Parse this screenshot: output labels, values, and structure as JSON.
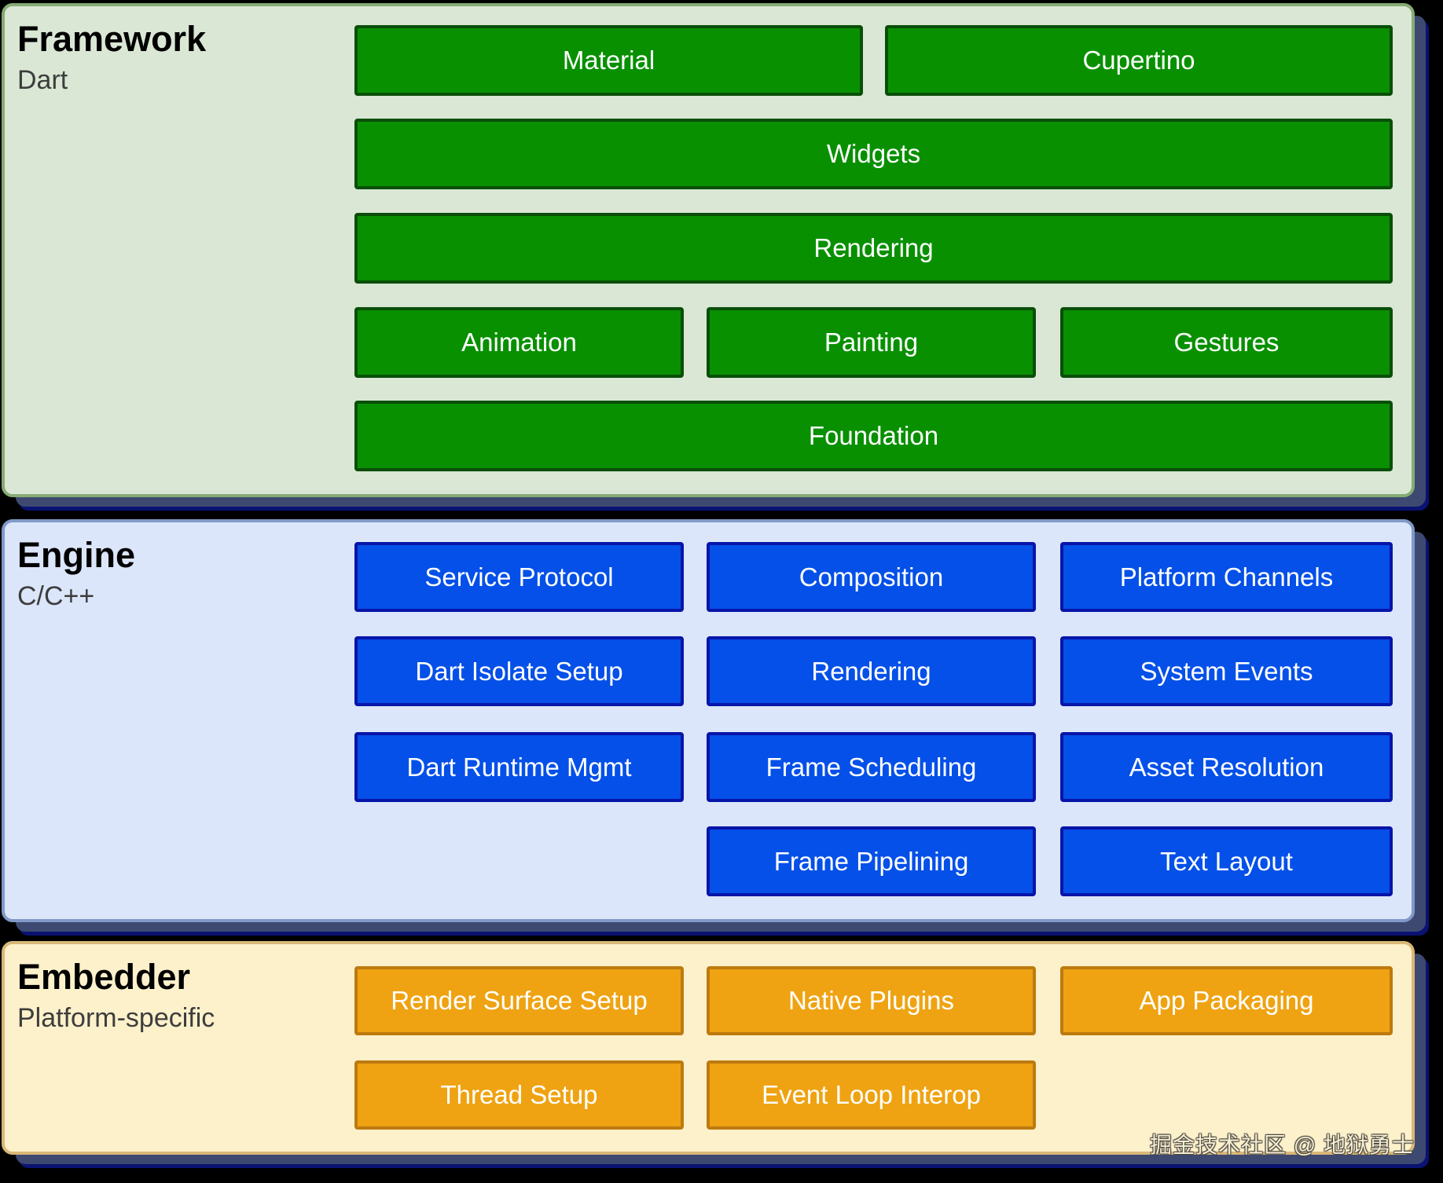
{
  "watermark": {
    "text": "掘金技术社区 @ 地狱勇士"
  },
  "colors": {
    "page_background": "#000000",
    "framework_bg": "#d9e7d4",
    "framework_border": "#86ab74",
    "green_box": "#089000",
    "green_box_border": "#094e09",
    "engine_bg": "#dbe6fa",
    "engine_border": "#8099c8",
    "blue_box": "#0450e8",
    "blue_box_border": "#0715a8",
    "embedder_bg": "#fdf1cb",
    "embedder_border": "#d9b878",
    "orange_box": "#efa312",
    "orange_box_border": "#bd7a0e",
    "shadow_slate": "#3e4971",
    "shadow_navy": "#0a1273",
    "box_text": "#ffffff",
    "title_text": "#000000",
    "subtitle_text": "#3d3d3d"
  },
  "layers": [
    {
      "title": "Framework",
      "subtitle": "Dart",
      "boxes": [
        {
          "label": "Material"
        },
        {
          "label": "Cupertino"
        },
        {
          "label": "Widgets"
        },
        {
          "label": "Rendering"
        },
        {
          "label": "Animation"
        },
        {
          "label": "Painting"
        },
        {
          "label": "Gestures"
        },
        {
          "label": "Foundation"
        }
      ]
    },
    {
      "title": "Engine",
      "subtitle": "C/C++",
      "boxes": [
        {
          "label": "Service Protocol"
        },
        {
          "label": "Composition"
        },
        {
          "label": "Platform Channels"
        },
        {
          "label": "Dart Isolate Setup"
        },
        {
          "label": "Rendering"
        },
        {
          "label": "System Events"
        },
        {
          "label": "Dart Runtime Mgmt"
        },
        {
          "label": "Frame Scheduling"
        },
        {
          "label": "Asset Resolution"
        },
        {
          "label": "Frame Pipelining"
        },
        {
          "label": "Text Layout"
        }
      ]
    },
    {
      "title": "Embedder",
      "subtitle": "Platform-specific",
      "boxes": [
        {
          "label": "Render Surface Setup"
        },
        {
          "label": "Native Plugins"
        },
        {
          "label": "App Packaging"
        },
        {
          "label": "Thread Setup"
        },
        {
          "label": "Event Loop Interop"
        }
      ]
    }
  ]
}
